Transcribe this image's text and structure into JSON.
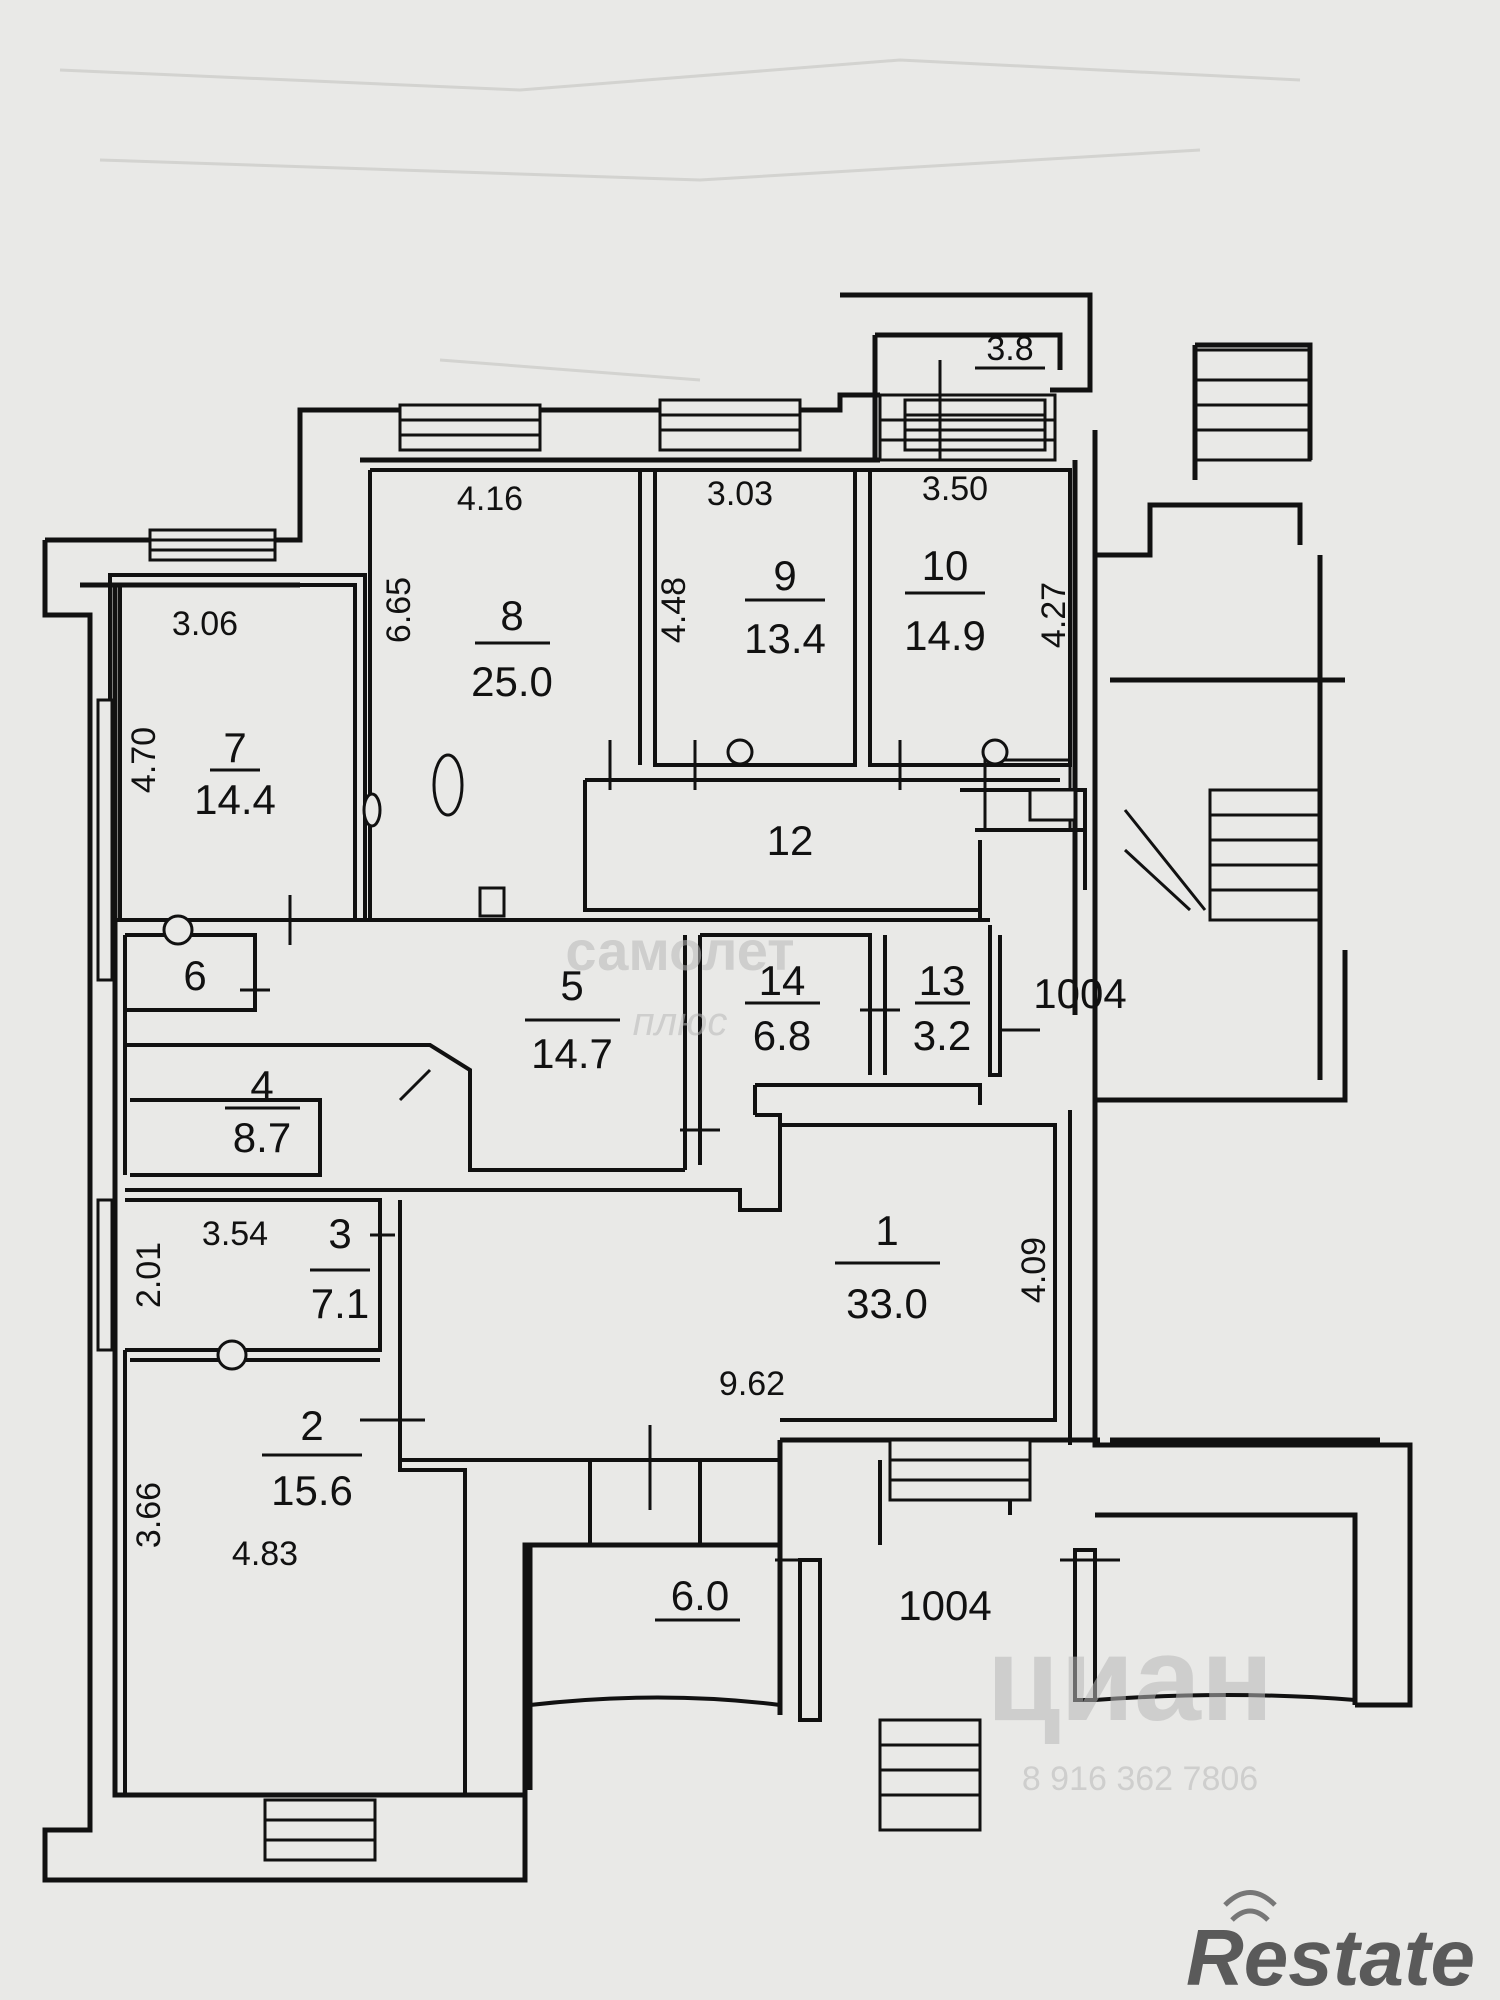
{
  "plan": {
    "rooms": [
      {
        "number": "1",
        "area": "33.0"
      },
      {
        "number": "2",
        "area": "15.6"
      },
      {
        "number": "3",
        "area": "7.1"
      },
      {
        "number": "4",
        "area": "8.7"
      },
      {
        "number": "5",
        "area": "14.7"
      },
      {
        "number": "6",
        "area": ""
      },
      {
        "number": "7",
        "area": "14.4"
      },
      {
        "number": "8",
        "area": "25.0"
      },
      {
        "number": "9",
        "area": "13.4"
      },
      {
        "number": "10",
        "area": "14.9"
      },
      {
        "number": "12",
        "area": ""
      },
      {
        "number": "13",
        "area": "3.2"
      },
      {
        "number": "14",
        "area": "6.8"
      }
    ],
    "extra_labels": {
      "area_top_right": "1004",
      "area_bottom": "1004",
      "porch_area": "6.0",
      "stair_top": "3.8"
    },
    "dimensions": {
      "r1_height": "4.09",
      "r1_width": "9.62",
      "r2_height": "3.66",
      "r2_width": "4.83",
      "r3_height": "2.01",
      "r3_width": "3.54",
      "r7_height": "4.70",
      "r7_width": "3.06",
      "r8_height": "6.65",
      "r8_width": "4.16",
      "r9_height": "4.48",
      "r9_width": "3.03",
      "r10_height": "4.27",
      "r10_width": "3.50"
    }
  },
  "watermarks": {
    "samolet": "самолет",
    "samolet_sub": "плюс",
    "cian": "циан",
    "cian_phone": "8 916 362 7806",
    "logo": "Restate"
  },
  "colors": {
    "paper": "#e9e9e7",
    "ink": "#111111",
    "wall_fill": "#e9e9e7"
  }
}
